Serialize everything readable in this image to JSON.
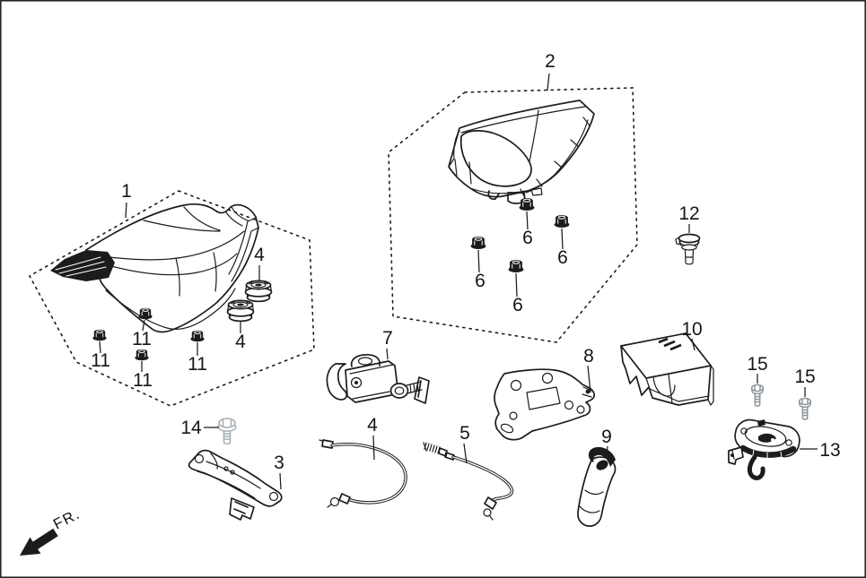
{
  "colors": {
    "ink": "#1c1c1c",
    "hardware_gray": "#8d949c",
    "light_gray": "#a6adb4",
    "background": "#ffffff"
  },
  "diagram": {
    "fr_label": "FR.",
    "callouts": {
      "c1": "1",
      "c2": "2",
      "c3": "3",
      "c4_grommet_upper": "4",
      "c4_grommet_lower": "4",
      "c4_cable": "4",
      "c5": "5",
      "c6_a": "6",
      "c6_b": "6",
      "c6_c": "6",
      "c6_d": "6",
      "c7": "7",
      "c8": "8",
      "c9": "9",
      "c10": "10",
      "c11_a": "11",
      "c11_b": "11",
      "c11_c": "11",
      "c11_d": "11",
      "c12": "12",
      "c13": "13",
      "c14": "14",
      "c15_a": "15",
      "c15_b": "15"
    }
  }
}
